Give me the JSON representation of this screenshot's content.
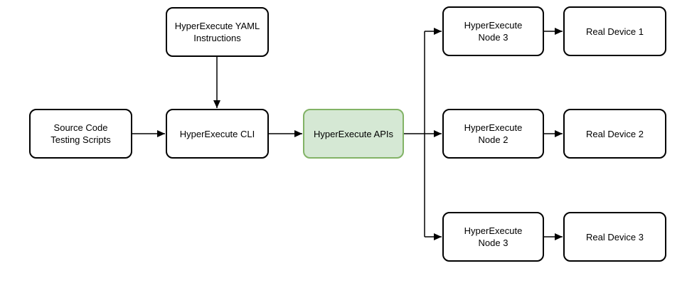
{
  "diagram": {
    "nodes": {
      "source": {
        "lines": [
          "Source Code",
          "Testing Scripts"
        ]
      },
      "yaml": {
        "lines": [
          "HyperExecute YAML",
          "Instructions"
        ]
      },
      "cli": {
        "lines": [
          "HyperExecute CLI"
        ]
      },
      "apis": {
        "lines": [
          "HyperExecute APIs"
        ]
      },
      "node1": {
        "lines": [
          "HyperExecute",
          "Node 3"
        ]
      },
      "node2": {
        "lines": [
          "HyperExecute",
          "Node 2"
        ]
      },
      "node3": {
        "lines": [
          "HyperExecute",
          "Node 3"
        ]
      },
      "device1": {
        "lines": [
          "Real Device 1"
        ]
      },
      "device2": {
        "lines": [
          "Real Device 2"
        ]
      },
      "device3": {
        "lines": [
          "Real Device 3"
        ]
      }
    },
    "colors": {
      "background": "#ffffff",
      "box_fill": "#ffffff",
      "box_border": "#000000",
      "accent_fill": "#d5e8d4",
      "accent_border": "#82b366",
      "connector": "#000000",
      "text": "#000000"
    }
  }
}
